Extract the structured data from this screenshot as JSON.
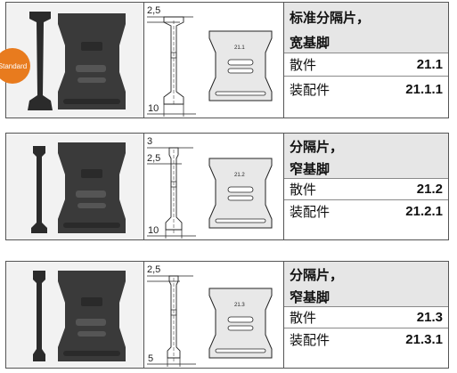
{
  "badge": {
    "label": "Standard",
    "color": "#e87b1e"
  },
  "panels": [
    {
      "title_line1": "标准分隔片，",
      "title_line2": "宽基脚",
      "part_code": "21.1",
      "dims": {
        "top": "2,5",
        "bottom": "10"
      },
      "rows": [
        {
          "label": "散件",
          "code": "21.1"
        },
        {
          "label": "装配件",
          "code": "21.1.1"
        }
      ]
    },
    {
      "title_line1": "分隔片，",
      "title_line2": "窄基脚",
      "part_code": "21.2",
      "dims": {
        "top": "3",
        "mid": "2,5",
        "bottom": "10"
      },
      "rows": [
        {
          "label": "散件",
          "code": "21.2"
        },
        {
          "label": "装配件",
          "code": "21.2.1"
        }
      ]
    },
    {
      "title_line1": "分隔片，",
      "title_line2": "窄基脚",
      "part_code": "21.3",
      "dims": {
        "top": "2,5",
        "bottom": "5"
      },
      "rows": [
        {
          "label": "散件",
          "code": "21.3"
        },
        {
          "label": "装配件",
          "code": "21.3.1"
        }
      ]
    }
  ]
}
